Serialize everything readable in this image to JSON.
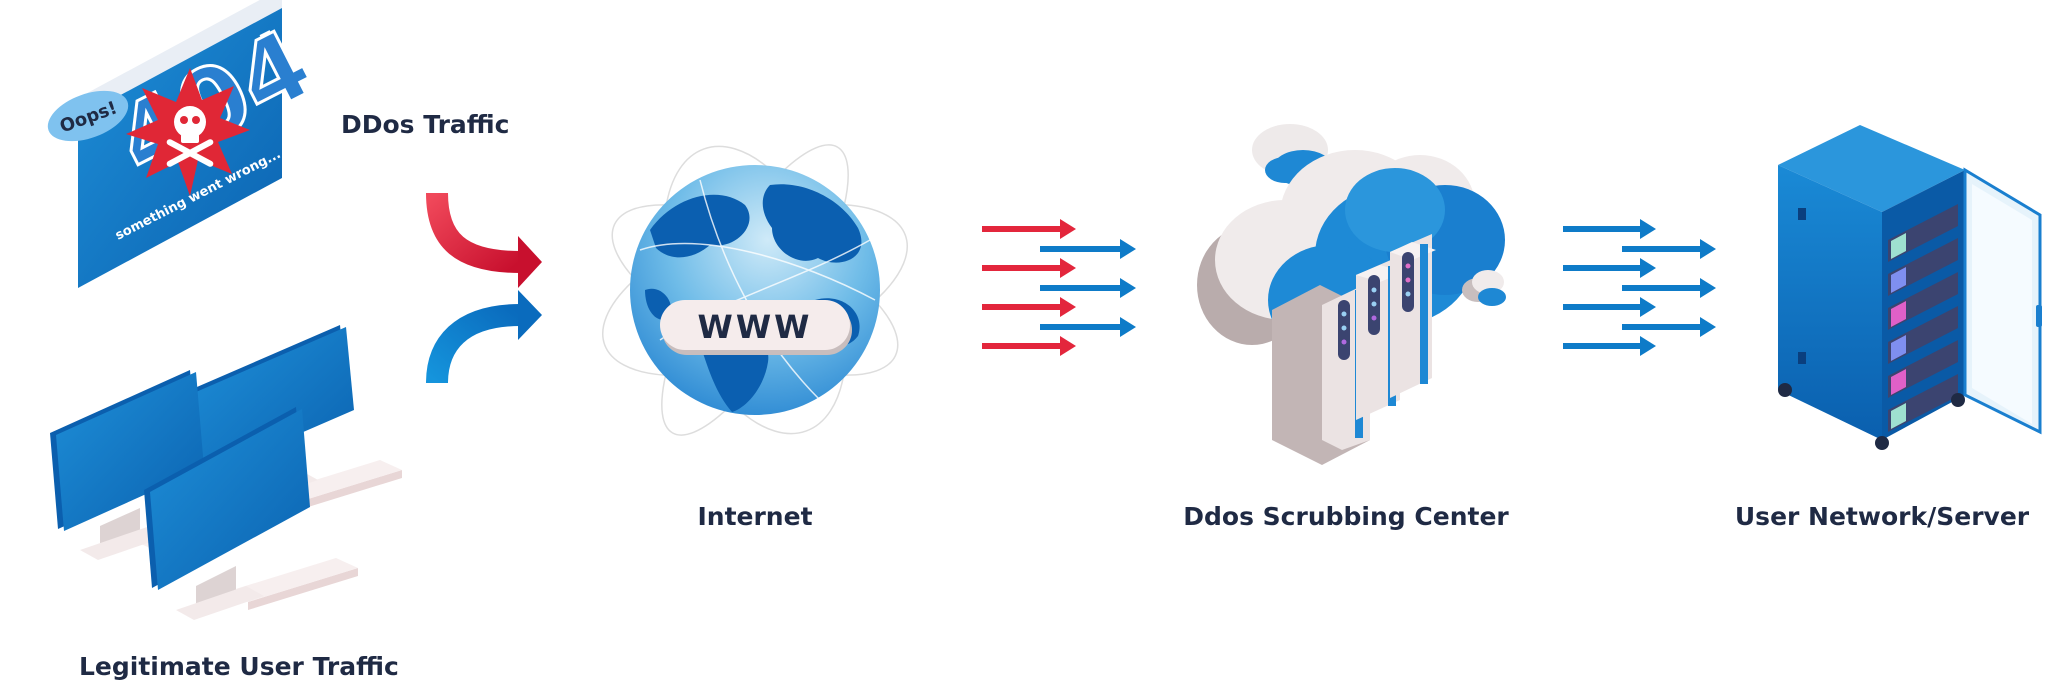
{
  "labels": {
    "ddos_traffic": "DDos Traffic",
    "legit_traffic": "Legitimate User Traffic",
    "internet": "Internet",
    "scrubbing_center": "Ddos Scrubbing Center",
    "user_network": "User Network/Server"
  },
  "error_page": {
    "oops": "Oops!",
    "code": "404",
    "message": "something went wrong..."
  },
  "globe": {
    "badge": "WWW"
  },
  "colors": {
    "attack_red": "#e3263c",
    "legit_blue": "#0e7bc8",
    "text_dark": "#1f2a44"
  },
  "icons": [
    "skull-crossbones-icon",
    "monitor-icon",
    "keyboard-icon",
    "globe-icon",
    "cloud-icon",
    "server-icon",
    "server-rack-icon",
    "arrow-icon"
  ]
}
